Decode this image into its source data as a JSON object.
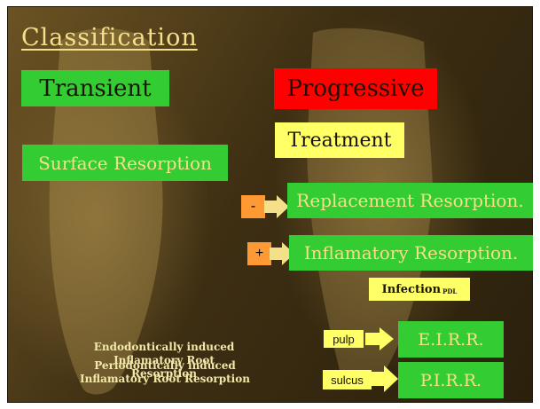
{
  "title": "Classification",
  "transient": "Transient",
  "progressive": "Progressive",
  "treatment": "Treatment",
  "surface": "Surface Resorption",
  "minus": "-",
  "plus": "+",
  "replacement": "Replacement Resorption.",
  "inflammatory": "Inflamatory Resorption.",
  "infection": "Infection",
  "pdl": "PDL",
  "endo_line1": "Endodontically induced",
  "endo_line2": "Inflamatory Root Resorption",
  "perio_line1": "Periodontically induced",
  "perio_line2": "Inflamatory Root Resorption",
  "pulp": "pulp",
  "sulcus": "sulcus",
  "eirr": "E.I.R.R.",
  "pirr": "P.I.R.R.",
  "colors": {
    "green": "#33cc33",
    "red": "#ff0000",
    "yellow": "#ffff66",
    "orange": "#ff9933",
    "text_gold": "#f5e08a"
  }
}
